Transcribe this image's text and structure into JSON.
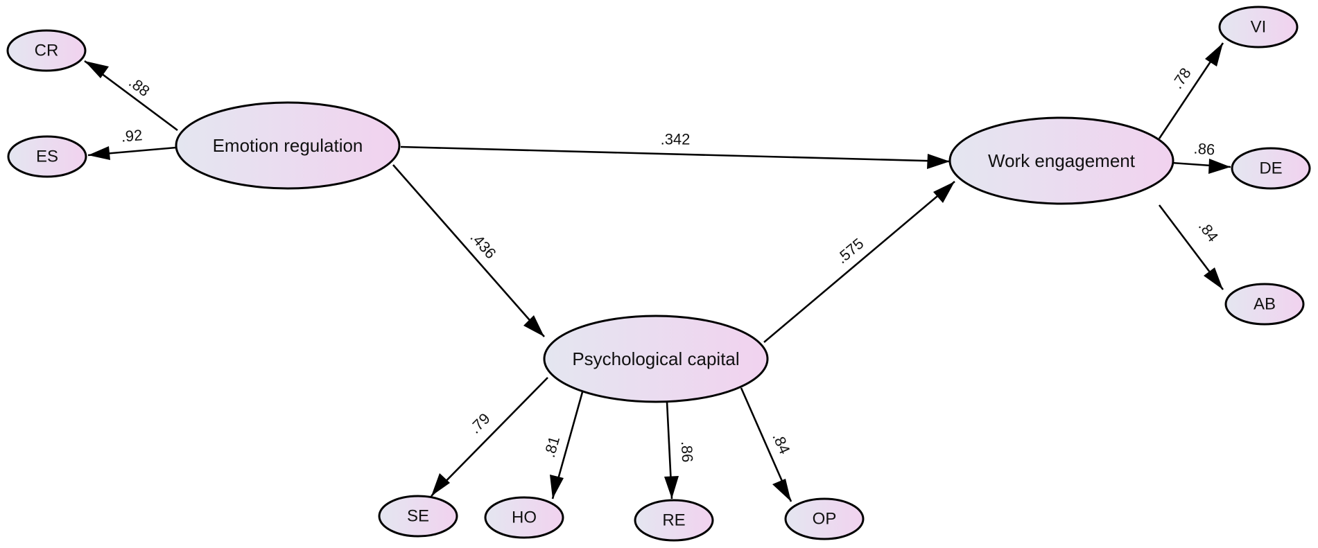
{
  "diagram": {
    "colors": {
      "node_fill_start": "#e4e6f0",
      "node_fill_end": "#f1d2ef",
      "stroke": "#000000",
      "background": "#ffffff"
    },
    "nodes": {
      "er": "Emotion regulation",
      "pc": "Psychological capital",
      "we": "Work engagement",
      "cr": "CR",
      "es": "ES",
      "vi": "VI",
      "de": "DE",
      "ab": "AB",
      "se": "SE",
      "ho": "HO",
      "re": "RE",
      "op": "OP"
    },
    "paths": {
      "er_we": ".342",
      "er_pc": ".436",
      "pc_we": ".575",
      "er_cr": ".88",
      "er_es": ".92",
      "we_vi": ".78",
      "we_de": ".86",
      "we_ab": ".84",
      "pc_se": ".79",
      "pc_ho": ".81",
      "pc_re": ".86",
      "pc_op": ".84"
    }
  }
}
